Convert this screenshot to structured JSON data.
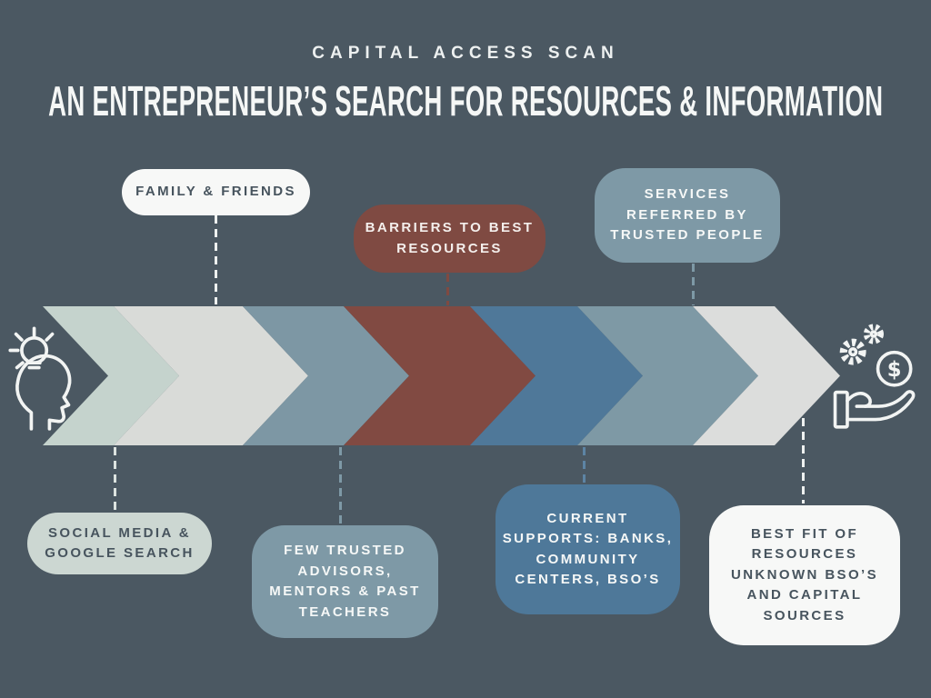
{
  "header": {
    "eyebrow": "CAPITAL ACCESS SCAN",
    "title": "AN ENTREPRENEUR’S SEARCH FOR RESOURCES & INFORMATION"
  },
  "colors": {
    "background": "#4b5862",
    "eyebrow_text": "#edf0f0",
    "title_text": "#f5f7f6",
    "dark_text": "#47545e",
    "light_text": "#f6f8f7"
  },
  "flow": {
    "start_icon": "lightbulb-head-icon",
    "end_icon": "hand-gears-money-icon",
    "chevrons": [
      {
        "name": "chevron-step-1",
        "color": "#c5d3cd"
      },
      {
        "name": "chevron-step-2",
        "color": "#d9dbd8"
      },
      {
        "name": "chevron-step-3",
        "color": "#7d97a4"
      },
      {
        "name": "chevron-step-4",
        "color": "#814a42"
      },
      {
        "name": "chevron-step-5",
        "color": "#4f7899"
      },
      {
        "name": "chevron-step-6",
        "color": "#7e99a5"
      },
      {
        "name": "chevron-step-7",
        "color": "#dcdddc"
      }
    ],
    "callouts": {
      "family": {
        "label": "FAMILY & FRIENDS",
        "bg": "#f7f8f7",
        "fg": "#47545e",
        "connector": "#eef1f0"
      },
      "barriers": {
        "label": "BARRIERS TO BEST\nRESOURCES",
        "bg": "#7f4a42",
        "fg": "#f4efec",
        "connector": "#7f4a42"
      },
      "services": {
        "label": "SERVICES\nREFERRED BY\nTRUSTED PEOPLE",
        "bg": "#7e99a6",
        "fg": "#f6f8f7",
        "connector": "#7e99a6"
      },
      "social": {
        "label": "SOCIAL MEDIA &\nGOOGLE SEARCH",
        "bg": "#ccd7d2",
        "fg": "#47545e",
        "connector": "#dce3e0"
      },
      "few": {
        "label": "FEW TRUSTED\nADVISORS,\nMENTORS & PAST\nTEACHERS",
        "bg": "#7e99a6",
        "fg": "#f6f8f7",
        "connector": "#7e99a6"
      },
      "current": {
        "label": "CURRENT\nSUPPORTS: BANKS,\nCOMMUNITY\nCENTERS, BSO’S",
        "bg": "#4e7899",
        "fg": "#f6f8f7",
        "connector": "#5d84a4"
      },
      "best": {
        "label": "BEST FIT OF\nRESOURCES\nUNKNOWN BSO’S\nAND CAPITAL\nSOURCES",
        "bg": "#f7f8f7",
        "fg": "#47545e",
        "connector": "#eef1f0"
      }
    }
  }
}
